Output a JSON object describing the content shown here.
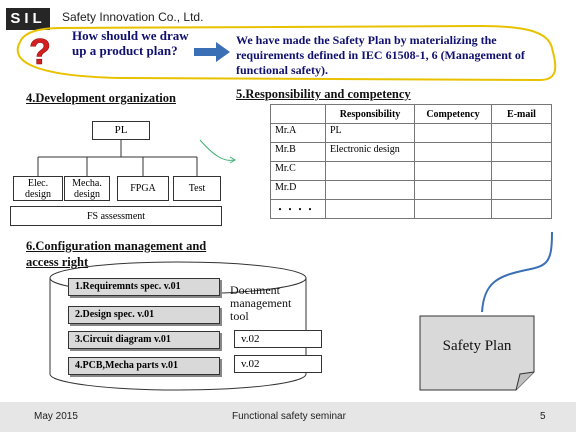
{
  "header": {
    "logo_text": "SIL",
    "company": "Safety Innovation Co., Ltd."
  },
  "callout": {
    "question_icon": "question-mark-icon",
    "question": "How should we draw up a product plan?",
    "answer": "We have made the Safety Plan by materializing the requirements defined in IEC 61508-1, 6 (Management of functional safety)."
  },
  "dev_org": {
    "title": "4.Development organization",
    "top": "PL",
    "children": [
      "Elec. design",
      "Mecha. design",
      "FPGA",
      "Test"
    ],
    "assessment": "FS assessment"
  },
  "responsibility": {
    "title": "5.Responsibility and competency",
    "headers": [
      "",
      "Responsibility",
      "Competency",
      "E-mail"
    ],
    "rows": [
      [
        "Mr.A",
        "PL",
        "",
        ""
      ],
      [
        "Mr.B",
        "Electronic design",
        "",
        ""
      ],
      [
        "Mr.C",
        "",
        "",
        ""
      ],
      [
        "Mr.D",
        "",
        "",
        ""
      ],
      [
        "・・・・",
        "",
        "",
        ""
      ]
    ]
  },
  "config": {
    "title": "6.Configuration management and access right",
    "tool_label": "Document management tool",
    "docs": [
      "1.Requiremnts spec. v.01",
      "2.Design spec. v.01",
      "3.Circuit diagram v.01",
      "4.PCB,Mecha parts v.01"
    ],
    "versions": [
      "v.02",
      "v.02"
    ]
  },
  "safety_plan": "Safety Plan",
  "footer": {
    "date": "May 2015",
    "title": "Functional safety seminar",
    "page": "5"
  },
  "colors": {
    "accent_yellow": "#e8c200",
    "arrow_blue": "#3a6fb5",
    "navy_text": "#10106e"
  }
}
